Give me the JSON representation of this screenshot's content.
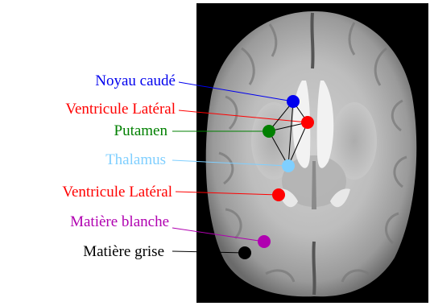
{
  "labels": [
    {
      "key": "noyau_caude",
      "text": "Noyau caudé",
      "color": "#0000ee"
    },
    {
      "key": "ventricule_lateral_1",
      "text": "Ventricule Latéral",
      "color": "#ff0000"
    },
    {
      "key": "putamen",
      "text": "Putamen",
      "color": "#008000"
    },
    {
      "key": "thalamus",
      "text": "Thalamus",
      "color": "#7fcfff"
    },
    {
      "key": "ventricule_lateral_2",
      "text": "Ventricule Latéral",
      "color": "#ff0000"
    },
    {
      "key": "matiere_blanche",
      "text": "Matière blanche",
      "color": "#b000b0"
    },
    {
      "key": "matiere_grise",
      "text": "Matière grise",
      "color": "#000000"
    }
  ],
  "image": {
    "kind": "axial brain MRI slice",
    "background": "#000000"
  },
  "connector_color": "#000000"
}
